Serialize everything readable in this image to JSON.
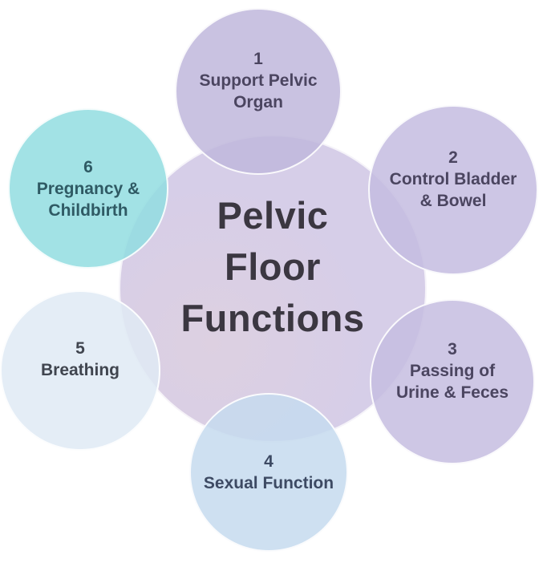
{
  "diagram": {
    "title_lines": [
      "Pelvic",
      "Floor",
      "Functions"
    ],
    "title_color": "#3b3741",
    "background": "#ffffff",
    "center_fill": "#d6cee8",
    "center_fill_tint": "#ddd0e1",
    "rim_color": "#ffffff",
    "functions": [
      {
        "number": "1",
        "label_lines": [
          "Support Pelvic",
          "Organ"
        ],
        "fill": "rgba(191,183,220,0.85)",
        "text_color": "#4b4560"
      },
      {
        "number": "2",
        "label_lines": [
          "Control Bladder",
          "& Bowel"
        ],
        "fill": "rgba(196,188,225,0.85)",
        "text_color": "#4b4560"
      },
      {
        "number": "3",
        "label_lines": [
          "Passing of",
          "Urine & Feces"
        ],
        "fill": "rgba(197,189,225,0.85)",
        "text_color": "#4b4560"
      },
      {
        "number": "4",
        "label_lines": [
          "Sexual Function"
        ],
        "fill": "rgba(198,218,239,0.85)",
        "text_color": "#3d4a63"
      },
      {
        "number": "5",
        "label_lines": [
          "Breathing"
        ],
        "fill": "rgba(223,234,244,0.85)",
        "text_color": "#40454f"
      },
      {
        "number": "6",
        "label_lines": [
          "Pregnancy &",
          "Childbirth"
        ],
        "fill": "rgba(146,221,224,0.85)",
        "text_color": "#2f5a64"
      }
    ]
  }
}
